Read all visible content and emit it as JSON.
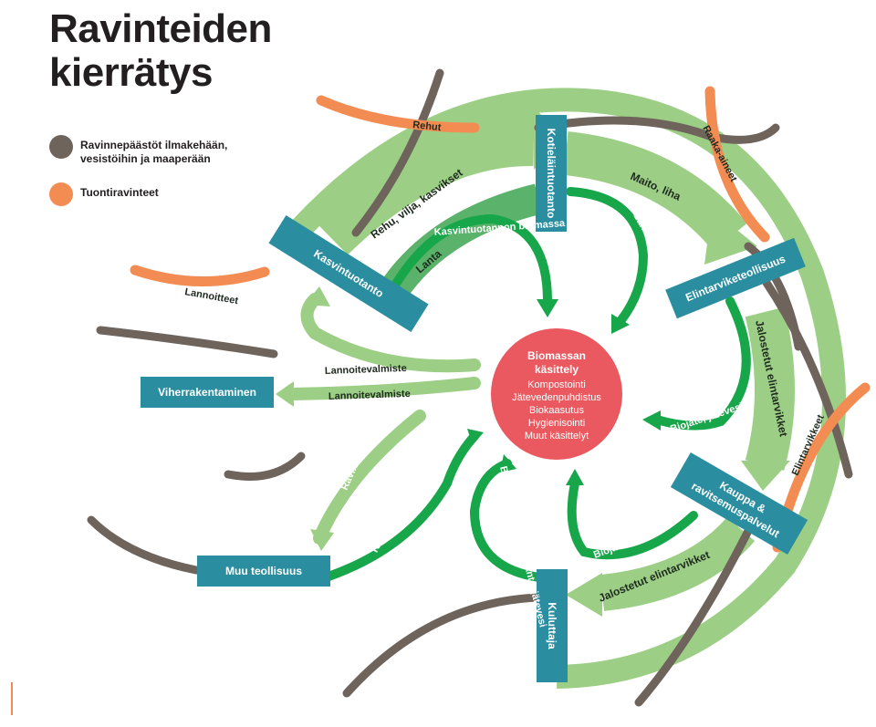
{
  "title": {
    "line1": "Ravinteiden",
    "line2": "kierrätys"
  },
  "legend": [
    {
      "label": "Ravinnepäästöt ilmakehään, vesistöihin ja maaperään",
      "color": "#6e645c"
    },
    {
      "label": "Tuontiravinteet",
      "color": "#f28c52"
    }
  ],
  "center": {
    "title1": "Biomassan",
    "title2": "käsittely",
    "items": [
      "Kompostointi",
      "Jätevedenpuhdistus",
      "Biokaasutus",
      "Hygienisointi",
      "Muut käsittelyt"
    ]
  },
  "nodes": {
    "kasvintuotanto": "Kasvintuotanto",
    "kotielain": "Kotieläintuotanto",
    "elintarvike": "Elintarviketeollisuus",
    "kauppa1": "Kauppa &",
    "kauppa2": "ravitsemuspalvelut",
    "kuluttaja": "Kuluttaja",
    "muu": "Muu teollisuus",
    "viher": "Viherrakentaminen"
  },
  "flows": {
    "rehu_vilja": "Rehu, vilja, kasvikset",
    "maito": "Maito, liha",
    "jalostetut_right": "Jalostetut elintarvikket",
    "jalostetut_bottom": "Jalostetut elintarvikket",
    "lanta_big": "Lanta",
    "kasvintuotannon": "Kasvintuotannon biomassa",
    "lanta_small": "Lanta",
    "biojate_jatevesi": "Biojäte, jätevesi",
    "biojate": "Biojäte",
    "biojate_virtsa": "Biojäte, virtsa, makkilanta, jätevesi",
    "teollisuuden": "Teollisuuden sivutuotteet",
    "ravinnetuotteet": "Ravinnetuotteet",
    "lannoite1": "Lannoitevalmiste",
    "lannoite2": "Lannoitevalmiste"
  },
  "imports": {
    "rehut": "Rehut",
    "raaka": "Raaka-aineet",
    "lannoitteet": "Lannoitteet",
    "elintarvikkeet": "Elintarvikkeet"
  },
  "colors": {
    "teal": "#2a8ea0",
    "light_green": "#9ccf85",
    "mid_green": "#5bb36b",
    "dark_green": "#17a64a",
    "brown": "#6e645c",
    "orange": "#f28c52",
    "center": "#e9595f"
  }
}
